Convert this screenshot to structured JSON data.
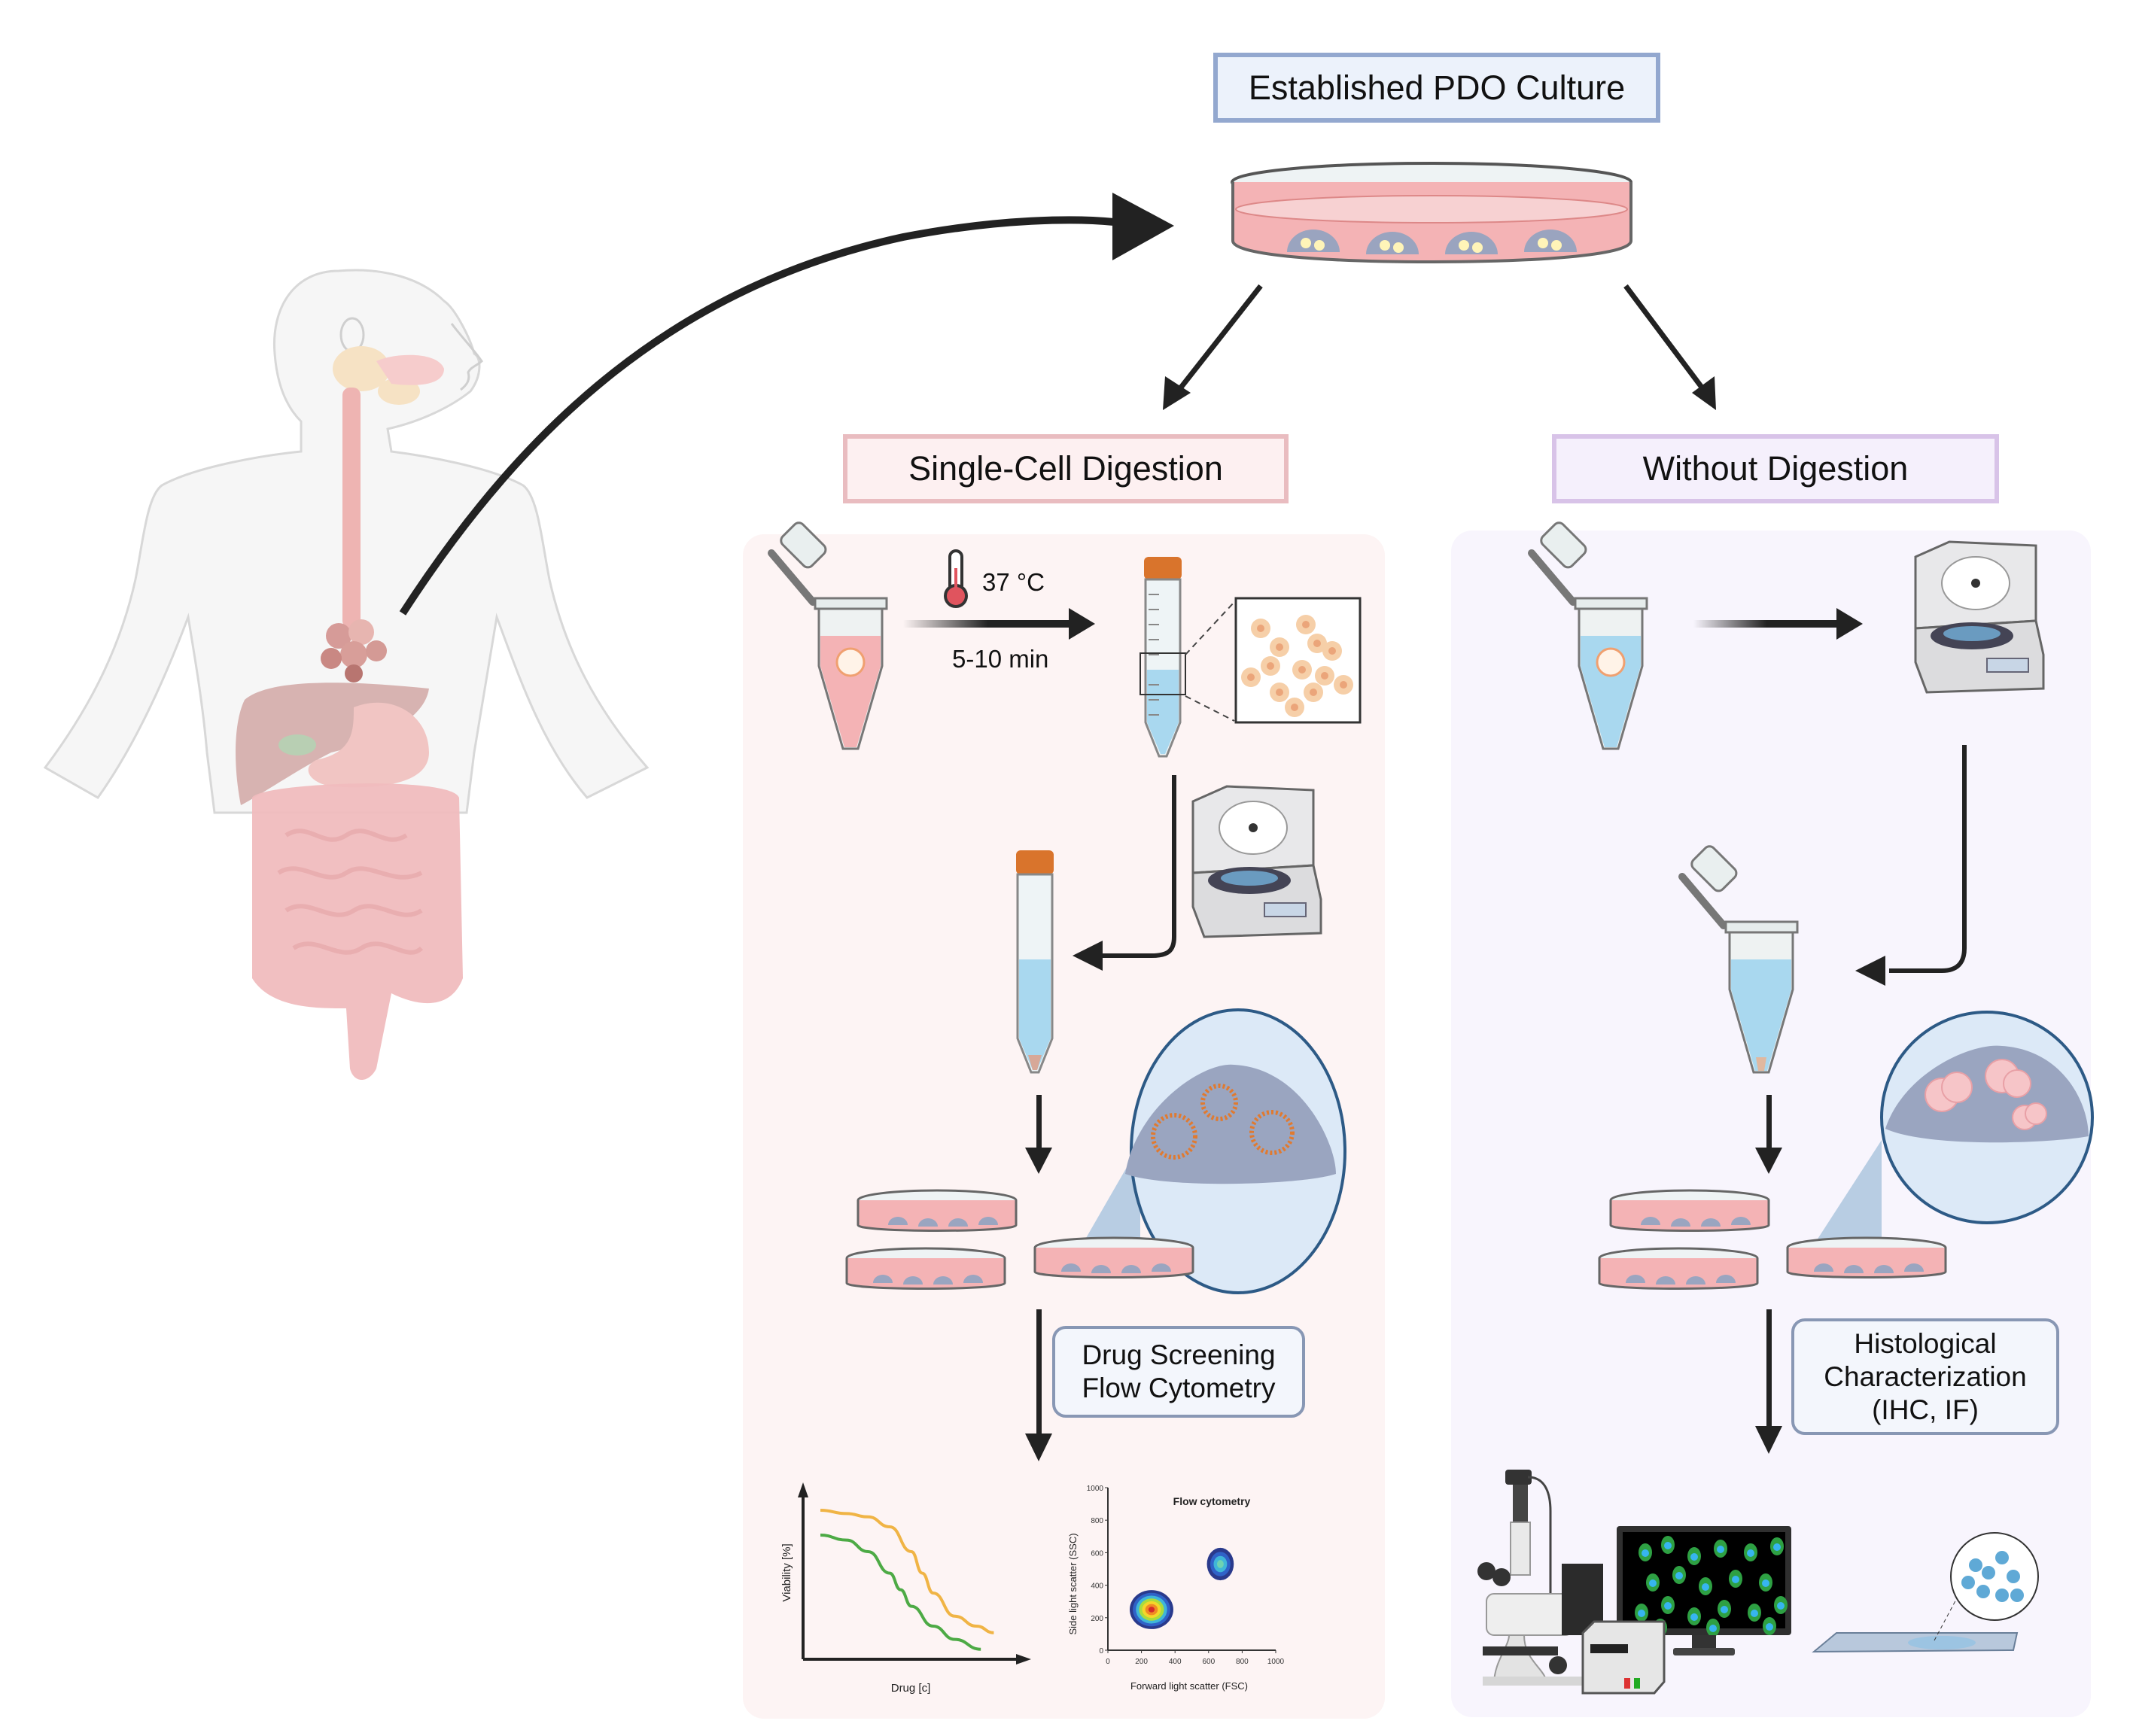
{
  "header": {
    "title": "Established PDO Culture"
  },
  "branches": {
    "left": {
      "title": "Single-Cell Digestion",
      "temperature": "37 °C",
      "duration": "5-10 min",
      "result_box": [
        "Drug Screening",
        "Flow Cytometry"
      ]
    },
    "right": {
      "title": "Without Digestion",
      "result_box": [
        "Histological",
        "Characterization",
        "(IHC, IF)"
      ]
    }
  },
  "icons": {
    "anatomy": "human-digestive-system-with-esophageal-tumor",
    "culture_dish": "petri-dish-with-organoid-domes",
    "tube_small": "microcentrifuge-tube",
    "tube_conical": "conical-tube-15ml",
    "centrifuge": "centrifuge",
    "thermometer": "thermometer",
    "cells_zoom": "single-cells-magnified",
    "dome_zoom_left": "matrigel-dome-with-organoid-rings",
    "dome_zoom_right": "matrigel-dome-with-tissue-clusters",
    "microscope": "fluorescence-microscope",
    "monitor": "monitor-showing-if-image",
    "slide": "microscope-slide-with-ihc-section"
  },
  "colors": {
    "title_border": "#93a8cf",
    "title_fill": "#ecf2fb",
    "pink_border": "#e9bcc0",
    "pink_fill": "#fdf0f1",
    "lavender_border": "#d8c3e8",
    "lavender_fill": "#f5f0fc",
    "panel_pink": "#fdf4f4",
    "panel_lavender": "#f8f5fd",
    "curve_orange": "#f0b445",
    "curve_green": "#4daa45",
    "medium_pink": "#f4b3b5",
    "medium_blue": "#a9d8ef",
    "cap_orange": "#d9742c"
  },
  "chart_data": [
    {
      "type": "line",
      "title": "",
      "xlabel": "Drug [c]",
      "ylabel": "Viability [%]",
      "x_ticks": [],
      "y_ticks": [],
      "grid": false,
      "legend": "none",
      "x_range": [
        0,
        10
      ],
      "y_range": [
        0,
        100
      ],
      "series": [
        {
          "name": "curve-1",
          "color": "#f0b445",
          "x": [
            0.8,
            2,
            3,
            4,
            5,
            5.5,
            6,
            7,
            8,
            8.8
          ],
          "y": [
            90,
            88,
            86,
            80,
            65,
            52,
            40,
            26,
            20,
            16
          ]
        },
        {
          "name": "curve-2",
          "color": "#4daa45",
          "x": [
            0.8,
            2,
            3,
            4,
            4.5,
            5,
            6,
            7,
            8.2
          ],
          "y": [
            75,
            72,
            65,
            52,
            42,
            32,
            20,
            12,
            6
          ]
        }
      ]
    },
    {
      "type": "scatter",
      "title": "Flow cytometry",
      "xlabel": "Forward light scatter (FSC)",
      "ylabel": "Side light scatter (SSC)",
      "x_ticks": [
        "0",
        "200",
        "400",
        "600",
        "800",
        "1000"
      ],
      "y_ticks": [
        "0",
        "200",
        "400",
        "600",
        "800",
        "1000"
      ],
      "x_range": [
        0,
        1000
      ],
      "y_range": [
        0,
        1000
      ],
      "grid": false,
      "legend": "none",
      "populations": [
        {
          "name": "population-1",
          "center_fsc": 260,
          "center_ssc": 250,
          "spread_fsc": 130,
          "spread_ssc": 120,
          "peak_color": "#d42a2a"
        },
        {
          "name": "population-2",
          "center_fsc": 670,
          "center_ssc": 530,
          "spread_fsc": 80,
          "spread_ssc": 100,
          "peak_color": "#6fd3b2"
        }
      ]
    }
  ]
}
